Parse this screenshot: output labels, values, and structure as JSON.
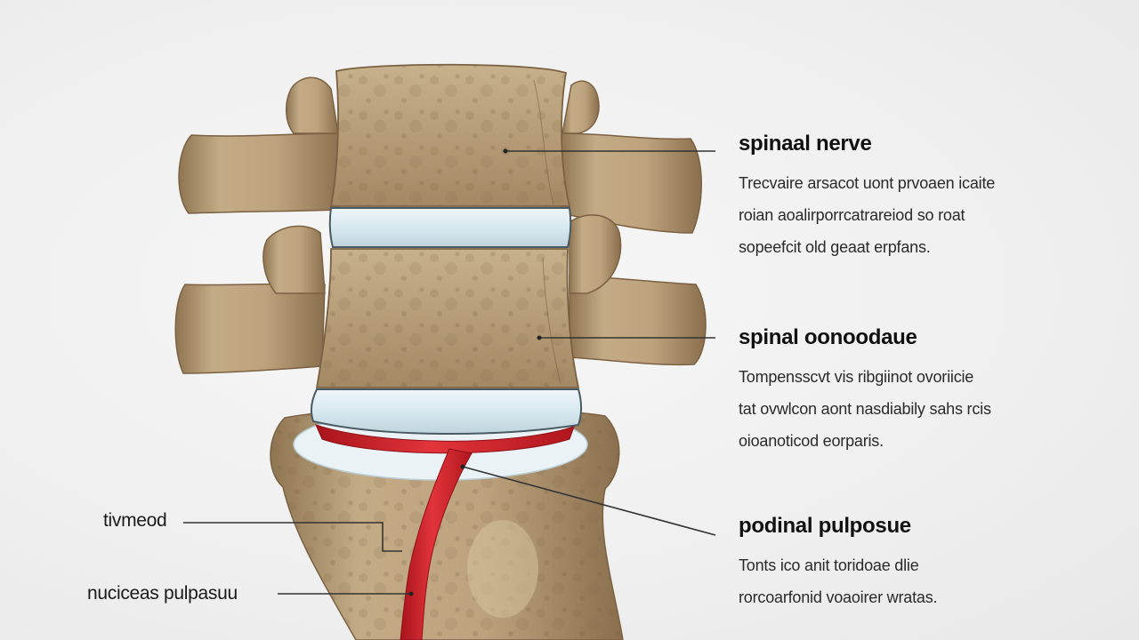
{
  "labels": [
    {
      "title": "spinaal nerve",
      "lines": [
        "Trecvaire arsacot uont prvoaen icaite",
        "roian aoalirporrcatrareiod so roat",
        "sopeefcit old geaat erpfans."
      ]
    },
    {
      "title": "spinal oonoodaue",
      "lines": [
        "Tompensscvt vis ribgiinot ovoriicie",
        "tat ovwlcon aont nasdiabily sahs rcis",
        "oioanoticod eorparis."
      ]
    },
    {
      "title": "podinal pulposue",
      "lines": [
        "Tonts ico anit toridoae dlie",
        "rorcoarfonid voaoirer wratas."
      ]
    }
  ],
  "left_labels": {
    "upper": "tivmeod",
    "lower": "nuciceas pulpasuu"
  },
  "colors": {
    "background": "#efefef",
    "bone": "#b89f78",
    "bone_dark": "#8c7150",
    "disc": "#dceaf0",
    "nerve": "#d8262e",
    "leader_line": "#333333"
  }
}
